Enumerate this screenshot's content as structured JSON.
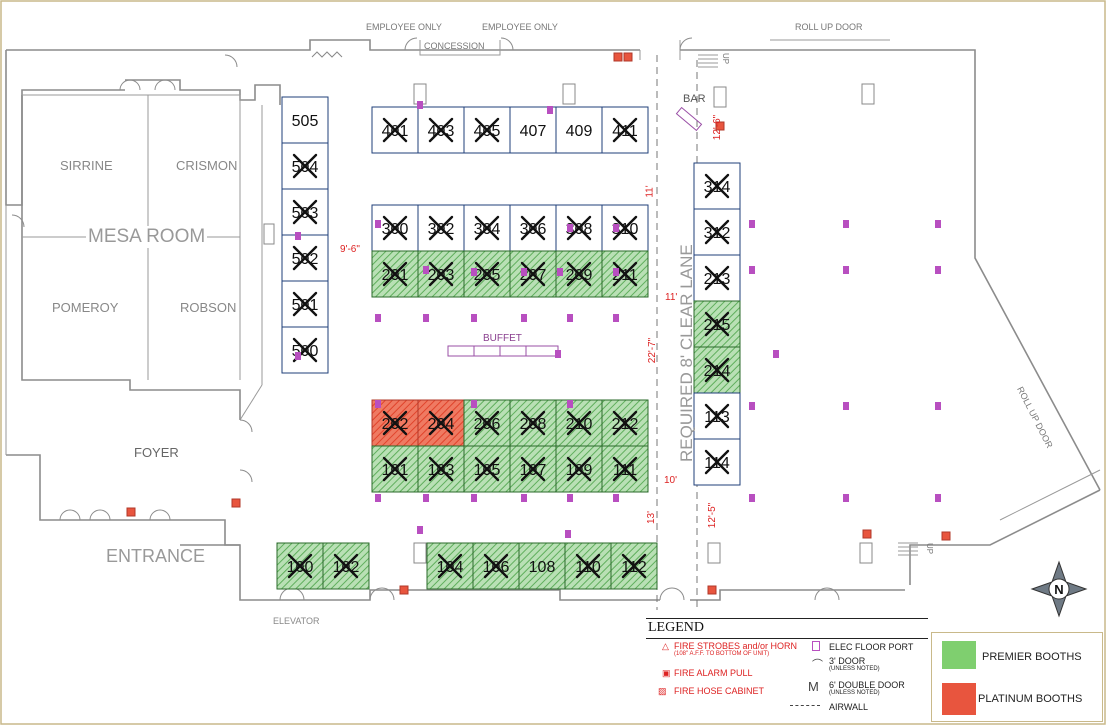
{
  "rooms": {
    "mesa": "MESA ROOM",
    "sirrine": "SIRRINE",
    "crismon": "CRISMON",
    "pomeroy": "POMEROY",
    "robson": "ROBSON",
    "foyer": "FOYER",
    "entrance": "ENTRANCE",
    "elevator": "ELEVATOR"
  },
  "top_labels": {
    "employee_only_1": "EMPLOYEE ONLY",
    "employee_only_2": "EMPLOYEE ONLY",
    "concession": "CONCESSION",
    "roll_up_door_top": "ROLL UP DOOR",
    "roll_up_door_side": "ROLL UP DOOR",
    "bar": "BAR",
    "buffet": "BUFFET",
    "up_1": "UP",
    "up_2": "UP",
    "clear_lane": "REQUIRED 8' CLEAR LANE"
  },
  "dimensions": {
    "d_11a": "11'",
    "d_12_6": "12'-6\"",
    "d_9_6": "9'-6\"",
    "d_11b": "11'",
    "d_22_7": "22'-7\"",
    "d_10": "10'",
    "d_13": "13'",
    "d_12_5": "12'-5\""
  },
  "booths": {
    "b505": "505",
    "b504": "504",
    "b503": "503",
    "b502": "502",
    "b501": "501",
    "b500": "500",
    "b401": "401",
    "b403": "403",
    "b405": "405",
    "b407": "407",
    "b409": "409",
    "b411": "411",
    "b300": "300",
    "b302": "302",
    "b304": "304",
    "b306": "306",
    "b308": "308",
    "b310": "310",
    "b201": "201",
    "b203": "203",
    "b205": "205",
    "b207": "207",
    "b209": "209",
    "b211": "211",
    "b202": "202",
    "b204": "204",
    "b206": "206",
    "b208": "208",
    "b210": "210",
    "b212": "212",
    "b101": "101",
    "b103": "103",
    "b105": "105",
    "b107": "107",
    "b109": "109",
    "b111": "111",
    "b100": "100",
    "b102": "102",
    "b104": "104",
    "b106": "106",
    "b108": "108",
    "b110": "110",
    "b112": "112",
    "b314": "314",
    "b312": "312",
    "b213": "213",
    "b215": "215",
    "b214": "214",
    "b113": "113",
    "b114": "114"
  },
  "legend": {
    "title": "LEGEND",
    "strobes": "FIRE STROBES and/or HORN",
    "strobes_note": "(108\" A.F.F. TO BOTTOM OF UNIT)",
    "alarm": "FIRE ALARM PULL",
    "hose": "FIRE HOSE CABINET",
    "elec": "ELEC FLOOR PORT",
    "door3": "3' DOOR",
    "door3_note": "(UNLESS NOTED)",
    "door6": "6' DOUBLE DOOR",
    "door6_note": "(UNLESS NOTED)",
    "airwall": "AIRWALL",
    "premier": "PREMIER BOOTHS",
    "platinum": "PLATINUM BOOTHS"
  },
  "colors": {
    "premier_green": "#8bc98b",
    "platinum_red": "#e8553e",
    "port_purple": "#b84fc0",
    "dim_red": "#d22222",
    "booth_blue": "#1f3f7a",
    "frame_gold": "#c9b98a"
  },
  "icons": {
    "compass": "north-arrow-icon"
  }
}
